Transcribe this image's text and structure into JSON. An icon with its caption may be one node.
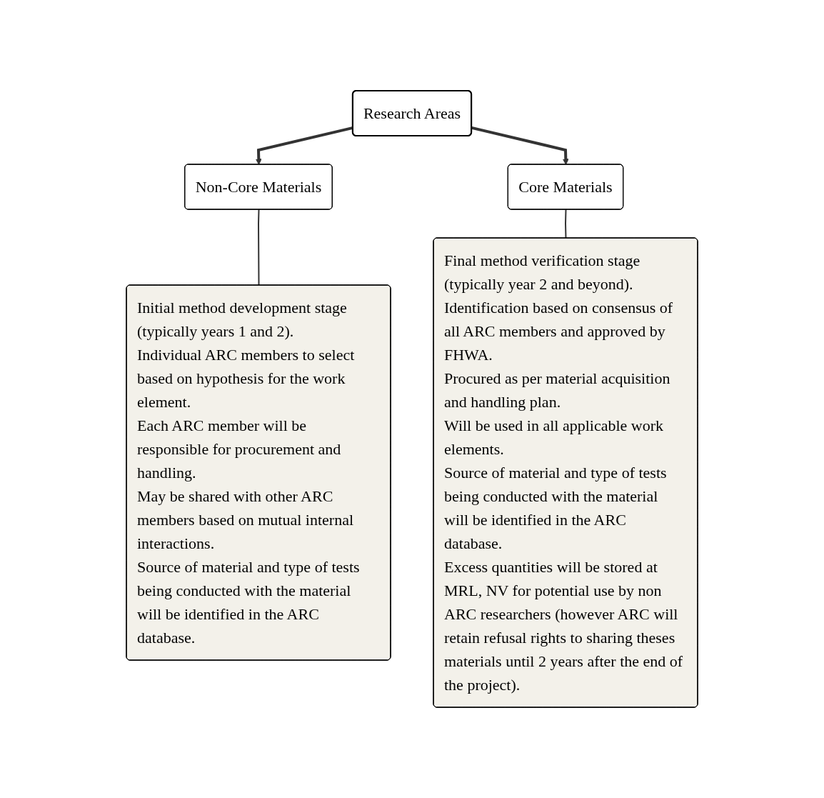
{
  "diagram": {
    "nodes": [
      {
        "text": [
          "Research Areas"
        ]
      },
      {
        "text": [
          "Non-Core Materials"
        ]
      },
      {
        "text": [
          "Core Materials"
        ]
      },
      {
        "text": [
          "Initial method development stage (typically years 1 and 2).",
          "Individual ARC members to select based on hypothesis for the work element.",
          "Each ARC member will be responsible for procurement and handling.",
          "May be shared with other ARC members based on mutual internal interactions.",
          "Source of material and type of tests being conducted with the material will be identified in the ARC database."
        ]
      },
      {
        "text": [
          "Final method verification stage (typically year 2 and beyond).",
          "Identification based on consensus of all ARC members and approved by FHWA.",
          "Procured as per material acquisition and handling plan.",
          "Will be used in all applicable work elements.",
          "Source of material and type of tests being conducted with the material will be identified in the ARC database.",
          "Excess quantities will be stored at MRL, NV for potential use by non ARC researchers (however ARC will retain refusal rights to sharing theses materials until 2 years after the end of the project)."
        ]
      }
    ],
    "edges": [
      {
        "from": 0,
        "to": 1,
        "arrow": "to",
        "style": "thick"
      },
      {
        "from": 0,
        "to": 2,
        "arrow": "to",
        "style": "thick"
      },
      {
        "from": 1,
        "to": 3,
        "arrow": "none"
      },
      {
        "from": 2,
        "to": 4,
        "arrow": "none"
      }
    ]
  }
}
